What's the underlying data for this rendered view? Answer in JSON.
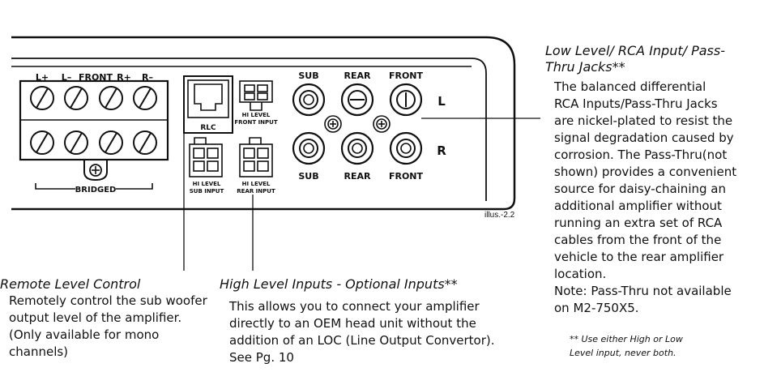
{
  "diagram": {
    "terminal_labels": [
      "L+",
      "L–",
      "FRONT",
      "R+",
      "R–"
    ],
    "bridged_label": "BRIDGED",
    "rlc_label": "RLC",
    "hi_front_label": [
      "HI LEVEL",
      "FRONT INPUT"
    ],
    "hi_sub_label": [
      "HI LEVEL",
      "SUB INPUT"
    ],
    "hi_rear_label": [
      "HI LEVEL",
      "REAR INPUT"
    ],
    "rca_top_labels": [
      "SUB",
      "REAR",
      "FRONT"
    ],
    "rca_bottom_labels": [
      "SUB",
      "REAR",
      "FRONT"
    ],
    "channel_left": "L",
    "channel_right": "R",
    "illus_label": "illus.-2.2"
  },
  "remote": {
    "heading": "Remote Level Control",
    "lines": [
      "Remotely control the sub woofer",
      "output level of the amplifier.",
      "(Only available for mono",
      "channels)"
    ]
  },
  "high_level": {
    "heading": "High Level Inputs - Optional Inputs**",
    "lines": [
      "This allows you to connect your amplifier",
      "directly to an OEM head unit without the",
      "addition of an LOC (Line Output Convertor).",
      "See Pg. 10"
    ]
  },
  "low_level": {
    "heading_lines": [
      "Low Level/ RCA Input/ Pass-",
      "Thru Jacks**"
    ],
    "lines": [
      "The balanced differential",
      "RCA Inputs/Pass-Thru Jacks",
      "are nickel-plated to resist the",
      "signal degradation caused by",
      "corrosion. The Pass-Thru(not",
      "shown) provides a convenient",
      "source for daisy-chaining an",
      "additional amplifier without",
      "running an extra set of RCA",
      "cables from the front of the",
      "vehicle to the rear amplifier",
      "location.",
      "Note: Pass-Thru not available",
      "on M2-750X5."
    ]
  },
  "footnote": {
    "lines": [
      "** Use either High or Low",
      "Level input, never both."
    ]
  }
}
